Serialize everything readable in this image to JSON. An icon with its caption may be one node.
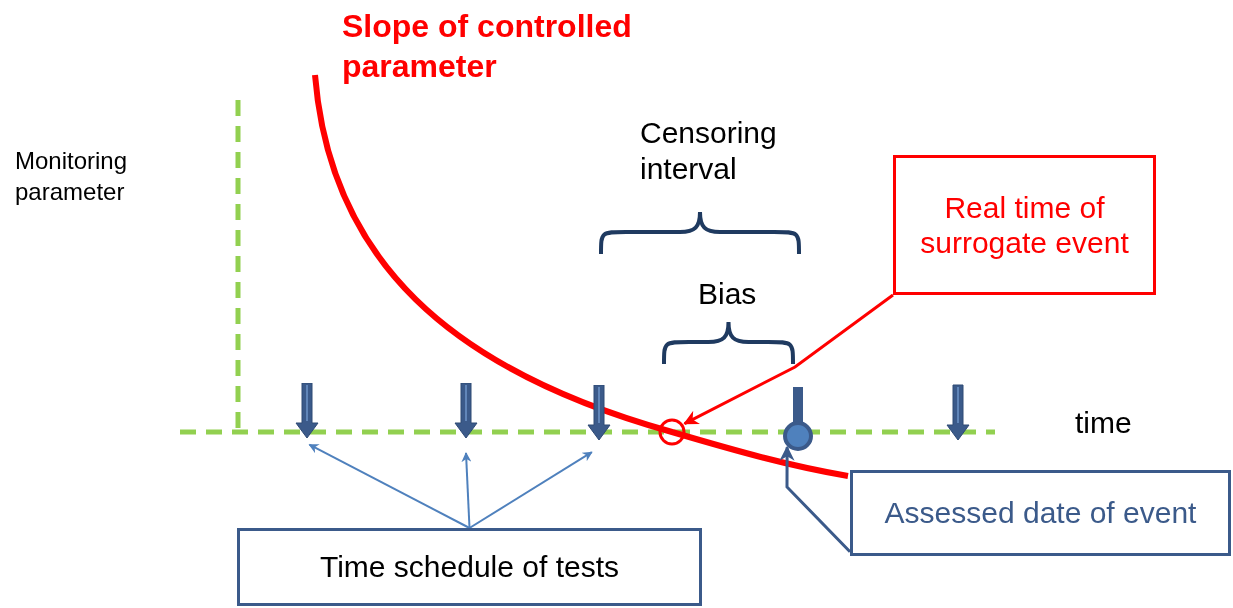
{
  "diagram": {
    "nodes": [
      {
        "text": [
          "Real time of surrogate event"
        ]
      },
      {
        "text": [
          "Time schedule of tests"
        ]
      },
      {
        "text": [
          "Assessed date of event"
        ]
      },
      {
        "text": [],
        "shape": "circle"
      },
      {
        "text": [],
        "shape": "circle"
      },
      {
        "text": [],
        "shape": "arrow"
      },
      {
        "text": [],
        "shape": "arrow"
      },
      {
        "text": [],
        "shape": "arrow"
      }
    ],
    "edges": [
      {
        "from": 0,
        "to": 3,
        "arrow": "to",
        "color": "#ff0000"
      },
      {
        "from": 1,
        "to": 5,
        "arrow": "to"
      },
      {
        "from": 1,
        "to": 6,
        "arrow": "to"
      },
      {
        "from": 1,
        "to": 7,
        "arrow": "to"
      },
      {
        "from": 2,
        "to": 4,
        "arrow": "to",
        "color": "#3b5a8a"
      }
    ],
    "labels": [
      "Slope of controlled parameter",
      "Monitoring parameter",
      "Censoring interval",
      "Bias",
      "time"
    ]
  }
}
